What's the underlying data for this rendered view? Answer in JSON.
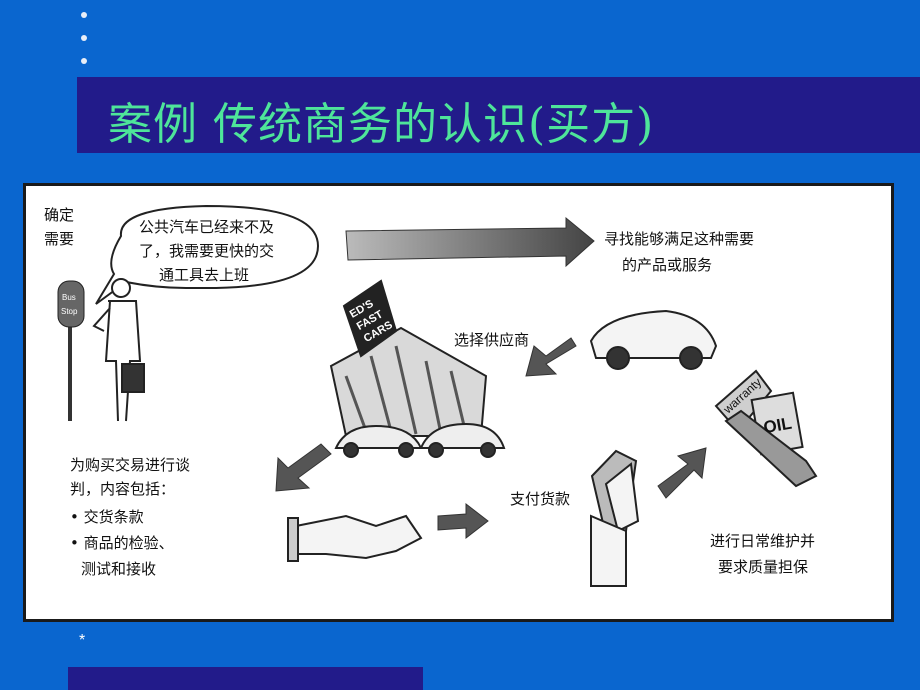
{
  "slide": {
    "title": "案例   传统商务的认识(买方)",
    "footer_mark": "*"
  },
  "diagram": {
    "step_confirm_need": [
      "确定",
      "需要"
    ],
    "speech_bubble": [
      "公共汽车已经来不及",
      "了，我需要更快的交",
      "通工具去上班"
    ],
    "step_search": [
      "寻找能够满足这种需要",
      "的产品或服务"
    ],
    "step_select_supplier": "选择供应商",
    "step_negotiate": [
      "为购买交易进行谈",
      "判，内容包括："
    ],
    "negotiate_items": [
      "交货条款",
      "商品的检验、",
      "测试和接收"
    ],
    "step_payment": "支付货款",
    "step_maintenance": [
      "进行日常维护并",
      "要求质量担保"
    ],
    "bus_stop_sign": [
      "Bus",
      "Stop"
    ],
    "dealer_sign": [
      "ED'S",
      "FAST",
      "CARS"
    ],
    "warranty_label": "warranty",
    "oil_label": "OIL"
  }
}
